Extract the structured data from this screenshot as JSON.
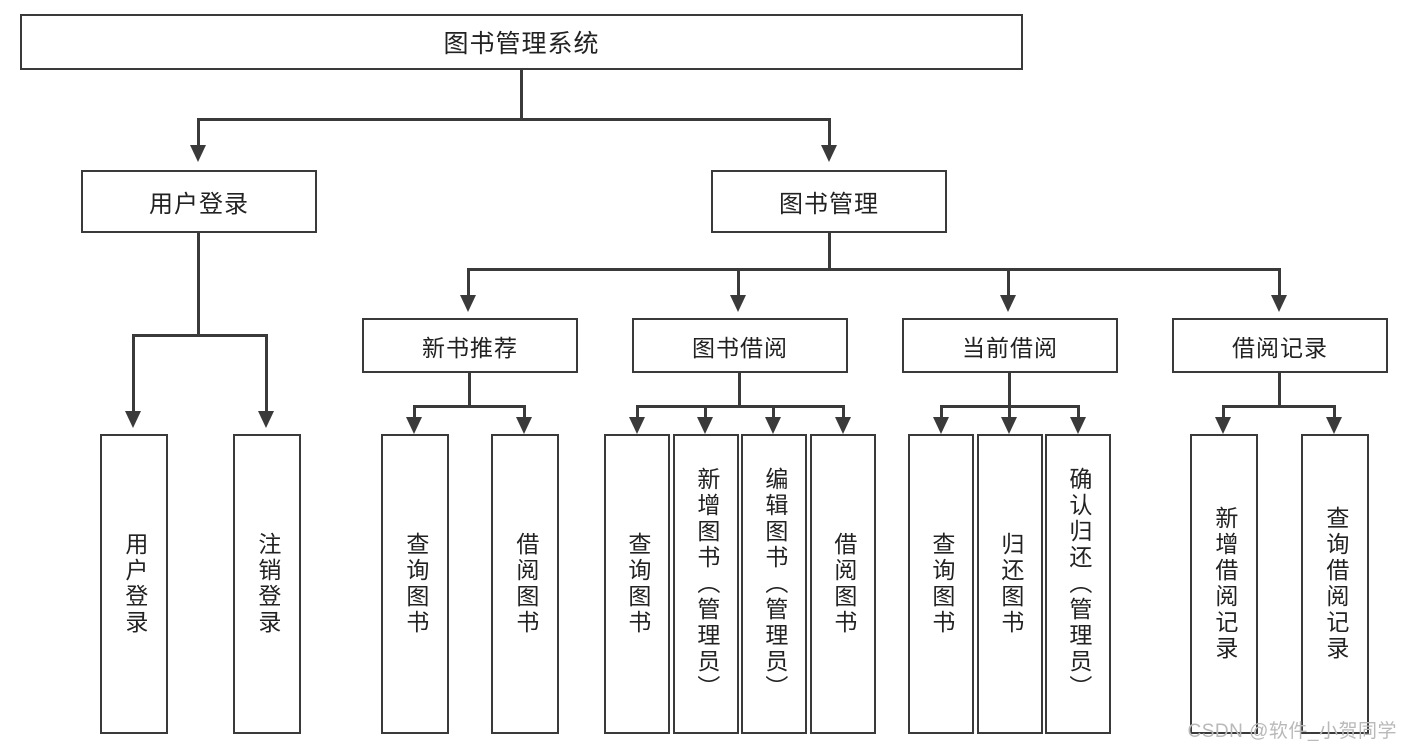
{
  "diagram": {
    "title": "图书管理系统",
    "watermark": "CSDN @软件_小贺同学",
    "root": {
      "label": "图书管理系统"
    },
    "level2": [
      {
        "label": "用户登录"
      },
      {
        "label": "图书管理"
      }
    ],
    "level3": [
      {
        "label": "新书推荐"
      },
      {
        "label": "图书借阅"
      },
      {
        "label": "当前借阅"
      },
      {
        "label": "借阅记录"
      }
    ],
    "leaves": {
      "user_login": [
        {
          "label": "用户登录"
        },
        {
          "label": "注销登录"
        }
      ],
      "new_book": [
        {
          "label": "查询图书"
        },
        {
          "label": "借阅图书"
        }
      ],
      "borrow_book": [
        {
          "label": "查询图书"
        },
        {
          "label": "新增图书（管理员）"
        },
        {
          "label": "编辑图书（管理员）"
        },
        {
          "label": "借阅图书"
        }
      ],
      "current_borrow": [
        {
          "label": "查询图书"
        },
        {
          "label": "归还图书"
        },
        {
          "label": "确认归还（管理员）"
        }
      ],
      "borrow_record": [
        {
          "label": "新增借阅记录"
        },
        {
          "label": "查询借阅记录"
        }
      ]
    },
    "colors": {
      "stroke": "#3a3a3a",
      "background": "#ffffff",
      "text": "#222222",
      "watermark": "#b9b9b9"
    }
  }
}
